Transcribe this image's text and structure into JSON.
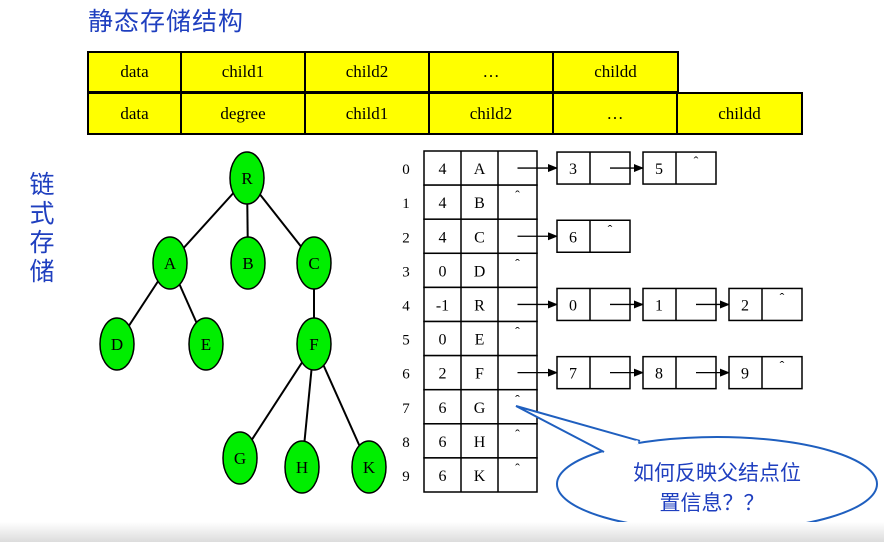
{
  "title": "静态存储结构",
  "side_label": [
    "链",
    "式",
    "存",
    "储"
  ],
  "static_rows": [
    [
      "data",
      "child1",
      "child2",
      "…",
      "childd"
    ],
    [
      "data",
      "degree",
      "child1",
      "child2",
      "…",
      "childd"
    ]
  ],
  "tree": {
    "nodes": [
      "R",
      "A",
      "B",
      "C",
      "D",
      "E",
      "F",
      "G",
      "H",
      "K"
    ],
    "edges": [
      [
        "R",
        "A"
      ],
      [
        "R",
        "B"
      ],
      [
        "R",
        "C"
      ],
      [
        "A",
        "D"
      ],
      [
        "A",
        "E"
      ],
      [
        "C",
        "F"
      ],
      [
        "F",
        "G"
      ],
      [
        "F",
        "H"
      ],
      [
        "F",
        "K"
      ]
    ]
  },
  "array": [
    {
      "index": "0",
      "degree": "4",
      "data": "A",
      "children": [
        "3",
        "5"
      ]
    },
    {
      "index": "1",
      "degree": "4",
      "data": "B",
      "children": []
    },
    {
      "index": "2",
      "degree": "4",
      "data": "C",
      "children": [
        "6"
      ]
    },
    {
      "index": "3",
      "degree": "0",
      "data": "D",
      "children": []
    },
    {
      "index": "4",
      "degree": "-1",
      "data": "R",
      "children": [
        "0",
        "1",
        "2"
      ]
    },
    {
      "index": "5",
      "degree": "0",
      "data": "E",
      "children": []
    },
    {
      "index": "6",
      "degree": "2",
      "data": "F",
      "children": [
        "7",
        "8",
        "9"
      ]
    },
    {
      "index": "7",
      "degree": "6",
      "data": "G",
      "children": []
    },
    {
      "index": "8",
      "degree": "6",
      "data": "H",
      "children": []
    },
    {
      "index": "9",
      "degree": "6",
      "data": "K",
      "children": []
    }
  ],
  "null_symbol": "ˆ",
  "callout": {
    "line1": "如何反映父结点位",
    "line2": "置信息？？"
  },
  "colors": {
    "accent": "#1f3fbf",
    "cell_fill": "#ffff00",
    "node_fill": "#00ee00",
    "callout_border": "#1f5fbf"
  }
}
